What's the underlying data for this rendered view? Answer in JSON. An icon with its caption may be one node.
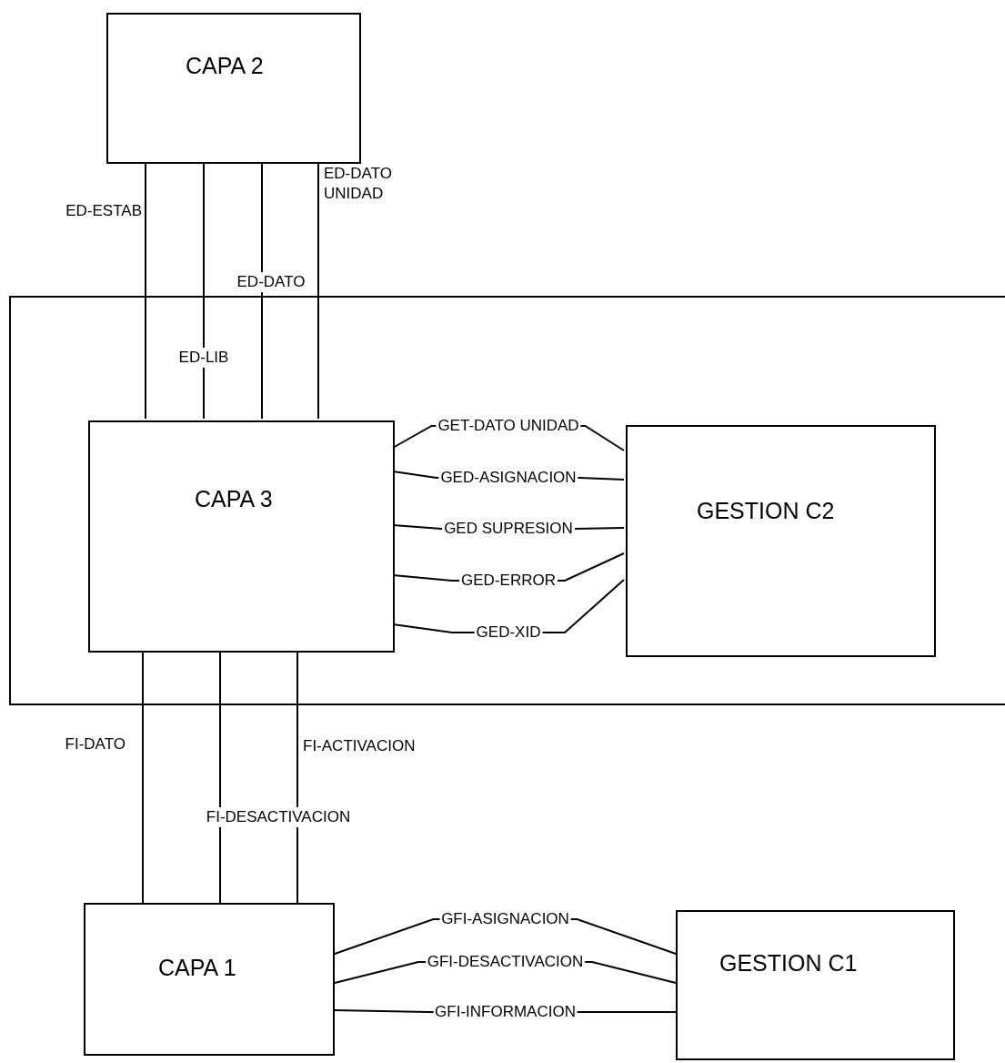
{
  "diagram": {
    "nodes": [
      {
        "text": [
          "CAPA 2"
        ]
      },
      {
        "text": [],
        "shape": "box"
      },
      {
        "text": [
          "CAPA 3"
        ],
        "in": 1
      },
      {
        "text": [
          "GESTION C2"
        ],
        "in": 1
      },
      {
        "text": [
          "CAPA 1"
        ]
      },
      {
        "text": [
          "GESTION C1"
        ]
      }
    ],
    "edges": [
      {
        "from": 0,
        "to": 2,
        "arrow": "none",
        "label": "ED-ESTAB"
      },
      {
        "from": 0,
        "to": 2,
        "arrow": "none",
        "label": "ED-LIB"
      },
      {
        "from": 0,
        "to": 2,
        "arrow": "none",
        "label": "ED-DATO"
      },
      {
        "from": 0,
        "to": 2,
        "arrow": "none",
        "label": "ED-DATO UNIDAD"
      },
      {
        "from": 2,
        "to": 3,
        "arrow": "none",
        "label": "GET-DATO UNIDAD"
      },
      {
        "from": 2,
        "to": 3,
        "arrow": "none",
        "label": "GED-ASIGNACION"
      },
      {
        "from": 2,
        "to": 3,
        "arrow": "none",
        "label": "GED SUPRESION"
      },
      {
        "from": 2,
        "to": 3,
        "arrow": "none",
        "label": "GED-ERROR"
      },
      {
        "from": 2,
        "to": 3,
        "arrow": "none",
        "label": "GED-XID"
      },
      {
        "from": 2,
        "to": 4,
        "arrow": "none",
        "label": "FI-DATO"
      },
      {
        "from": 2,
        "to": 4,
        "arrow": "none",
        "label": "FI-DESACTIVACION"
      },
      {
        "from": 2,
        "to": 4,
        "arrow": "none",
        "label": "FI-ACTIVACION"
      },
      {
        "from": 4,
        "to": 5,
        "arrow": "none",
        "label": "GFI-ASIGNACION"
      },
      {
        "from": 4,
        "to": 5,
        "arrow": "none",
        "label": "GFI-DESACTIVACION"
      },
      {
        "from": 4,
        "to": 5,
        "arrow": "none",
        "label": "GFI-INFORMACION"
      }
    ]
  }
}
